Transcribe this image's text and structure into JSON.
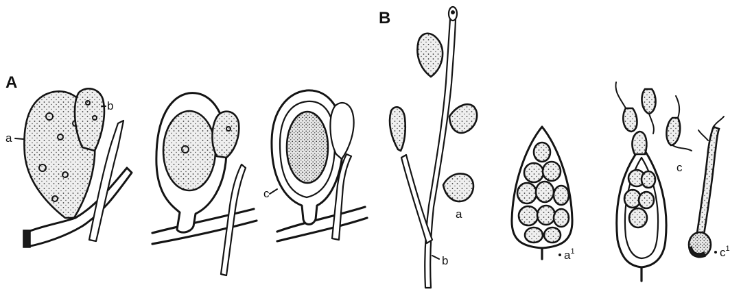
{
  "figure": {
    "panels": [
      {
        "id": "A",
        "label": "A"
      },
      {
        "id": "B",
        "label": "B"
      }
    ],
    "labels_A": {
      "a": "a",
      "b": "b",
      "c": "c"
    },
    "labels_B": {
      "a": "a",
      "a1_base": "a",
      "a1_sup": "1",
      "b": "b",
      "c": "c",
      "c1_base": "c",
      "c1_sup": "1"
    },
    "colors": {
      "ink": "#141414",
      "background": "#ffffff"
    }
  }
}
